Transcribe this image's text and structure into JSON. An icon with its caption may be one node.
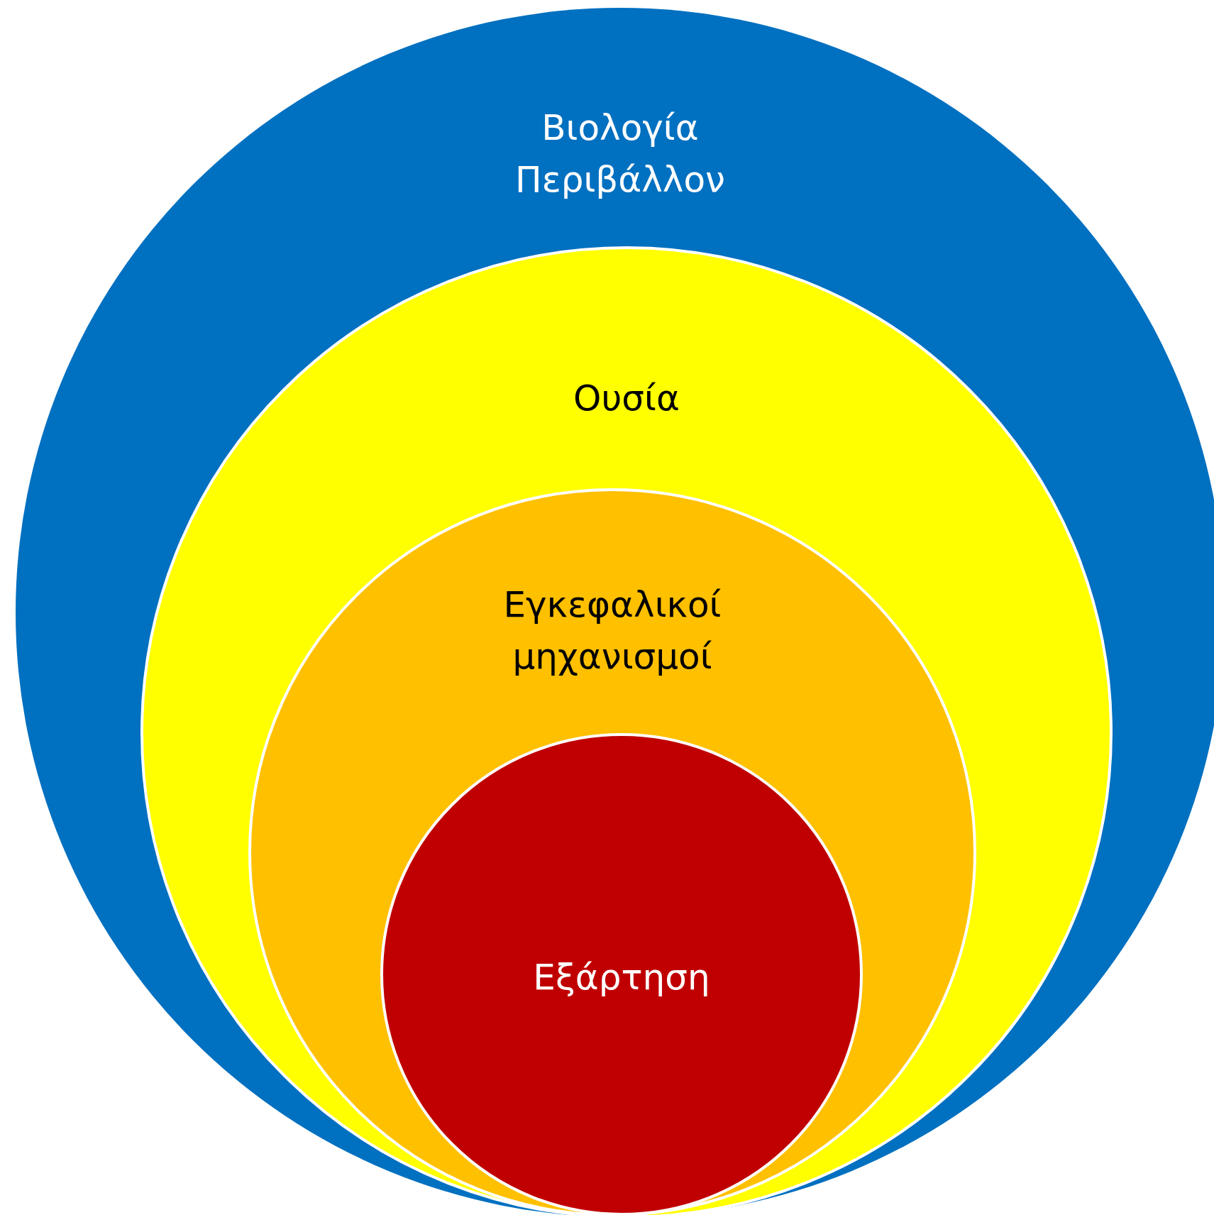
{
  "diagram": {
    "nodes": [
      {
        "text": [
          "Βιολογία Περιβάλλον"
        ]
      },
      {
        "text": [
          "Ουσία"
        ],
        "in": 0
      },
      {
        "text": [
          "Εγκεφαλικοί μηχανισμοί"
        ],
        "in": 1
      },
      {
        "text": [
          "Εξάρτηση"
        ],
        "in": 2
      }
    ]
  }
}
